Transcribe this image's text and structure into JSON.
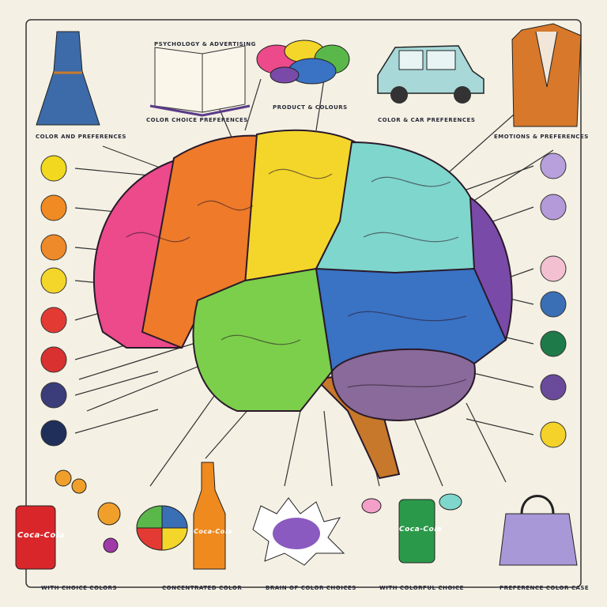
{
  "labels": {
    "top_book": "PSYCHOLOGY & ADVERTISING",
    "top_brain": "PRODUCT & COLOURS",
    "top_left_mid": "COLOR CHOICE PREFERENCES",
    "top_right_mid": "COLOR & CAR PREFERENCES",
    "left_dress": "COLOR AND PREFERENCES",
    "right_jacket": "EMOTIONS & PREFERENCES",
    "bottom_1": "WITH CHOICE COLORS",
    "bottom_2": "CONCENTRATED COLOR",
    "bottom_3": "BRAIN OF COLOR CHOICES",
    "bottom_4": "WITH COLORFUL CHOICE",
    "bottom_5": "PREFERENCE COLOR CASE",
    "can_left": "Coca-Cola",
    "bottle": "Coca-Cola",
    "can_right": "Coca-Cola"
  },
  "swatches_left": [
    "#f2d81e",
    "#f08a22",
    "#ef8a2a",
    "#f4d52a",
    "#e33b34",
    "#d93030",
    "#3a3d7a",
    "#1f2f5a"
  ],
  "swatches_right": [
    "#b8a0dc",
    "#b49ad8",
    "#f2c0d0",
    "#3a6fb5",
    "#1f7a4a",
    "#6a4a9a",
    "#f4d22a"
  ],
  "brain_colors": {
    "pink": "#ec4a8a",
    "orange": "#ee7a2a",
    "yellow": "#f4d62a",
    "teal": "#7fd6cc",
    "purple": "#7a4aa8",
    "green": "#7ccf4a",
    "blue": "#3a72c4",
    "cerebellum": "#8a6a9a",
    "stem": "#c8782a"
  }
}
